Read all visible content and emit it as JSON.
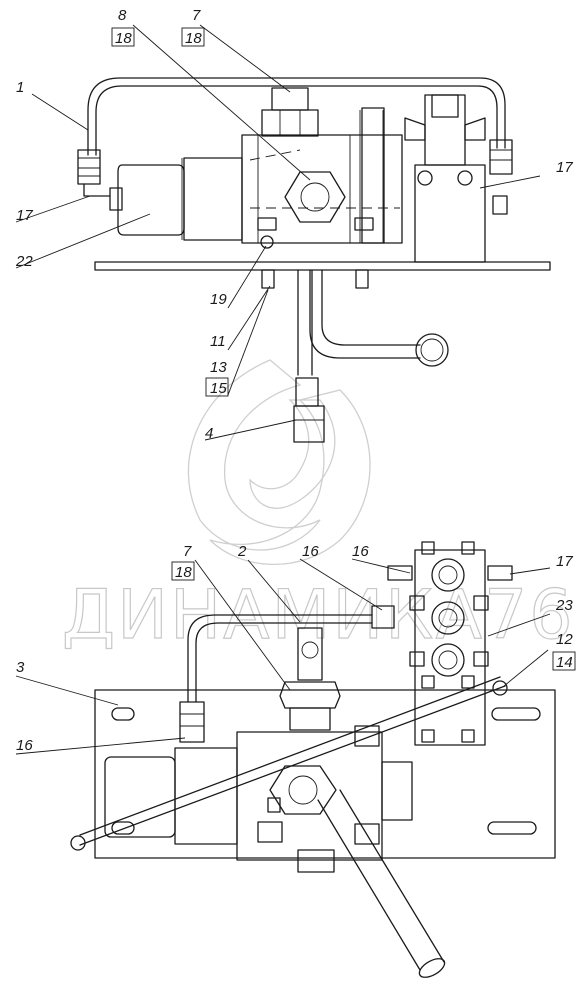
{
  "watermark": "ДИНАМИКА76",
  "labels": {
    "top": [
      "8",
      "18",
      "7",
      "18",
      "1",
      "17",
      "22",
      "17",
      "19",
      "11",
      "13",
      "15",
      "4"
    ],
    "bottom": [
      "7",
      "18",
      "2",
      "16",
      "16",
      "17",
      "23",
      "3",
      "12",
      "14",
      "16"
    ]
  },
  "colors": {
    "line": "#1a1a1a",
    "watermark": "#c8c8c8",
    "background": "#ffffff"
  }
}
